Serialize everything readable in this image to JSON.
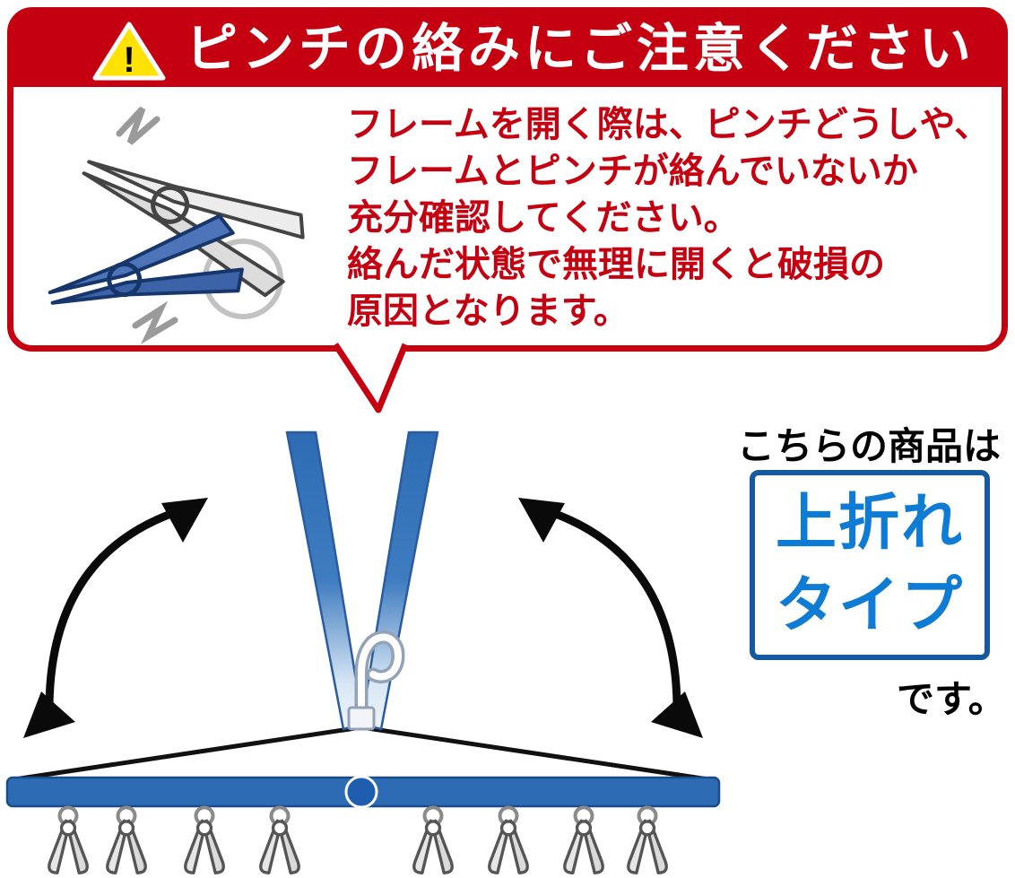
{
  "warning": {
    "mark": "!",
    "title": "ピンチの絡みにご注意ください",
    "lines": [
      "フレームを開く際は、ピンチどうしや、",
      "フレームとピンチが絡んでいないか",
      "充分確認してください。",
      "絡んだ状態で無理に開くと破損の",
      "原因となります。"
    ]
  },
  "product_type": {
    "intro": "こちらの商品は",
    "label": [
      "上折れ",
      "タイプ"
    ],
    "suffix": "です。"
  },
  "colors": {
    "warning_red": "#c50010",
    "warning_triangle_yellow": "#ffe200",
    "frame_blue": "#2d6cb4",
    "type_text_blue": "#0e7cd4",
    "type_box_border_blue": "#155a9e"
  },
  "icons": {
    "warning": "warning-triangle-icon",
    "tangled_pins": "tangled-clothespins-illustration",
    "hanger": "folding-hanger-illustration",
    "arrows": "fold-direction-arrows"
  }
}
